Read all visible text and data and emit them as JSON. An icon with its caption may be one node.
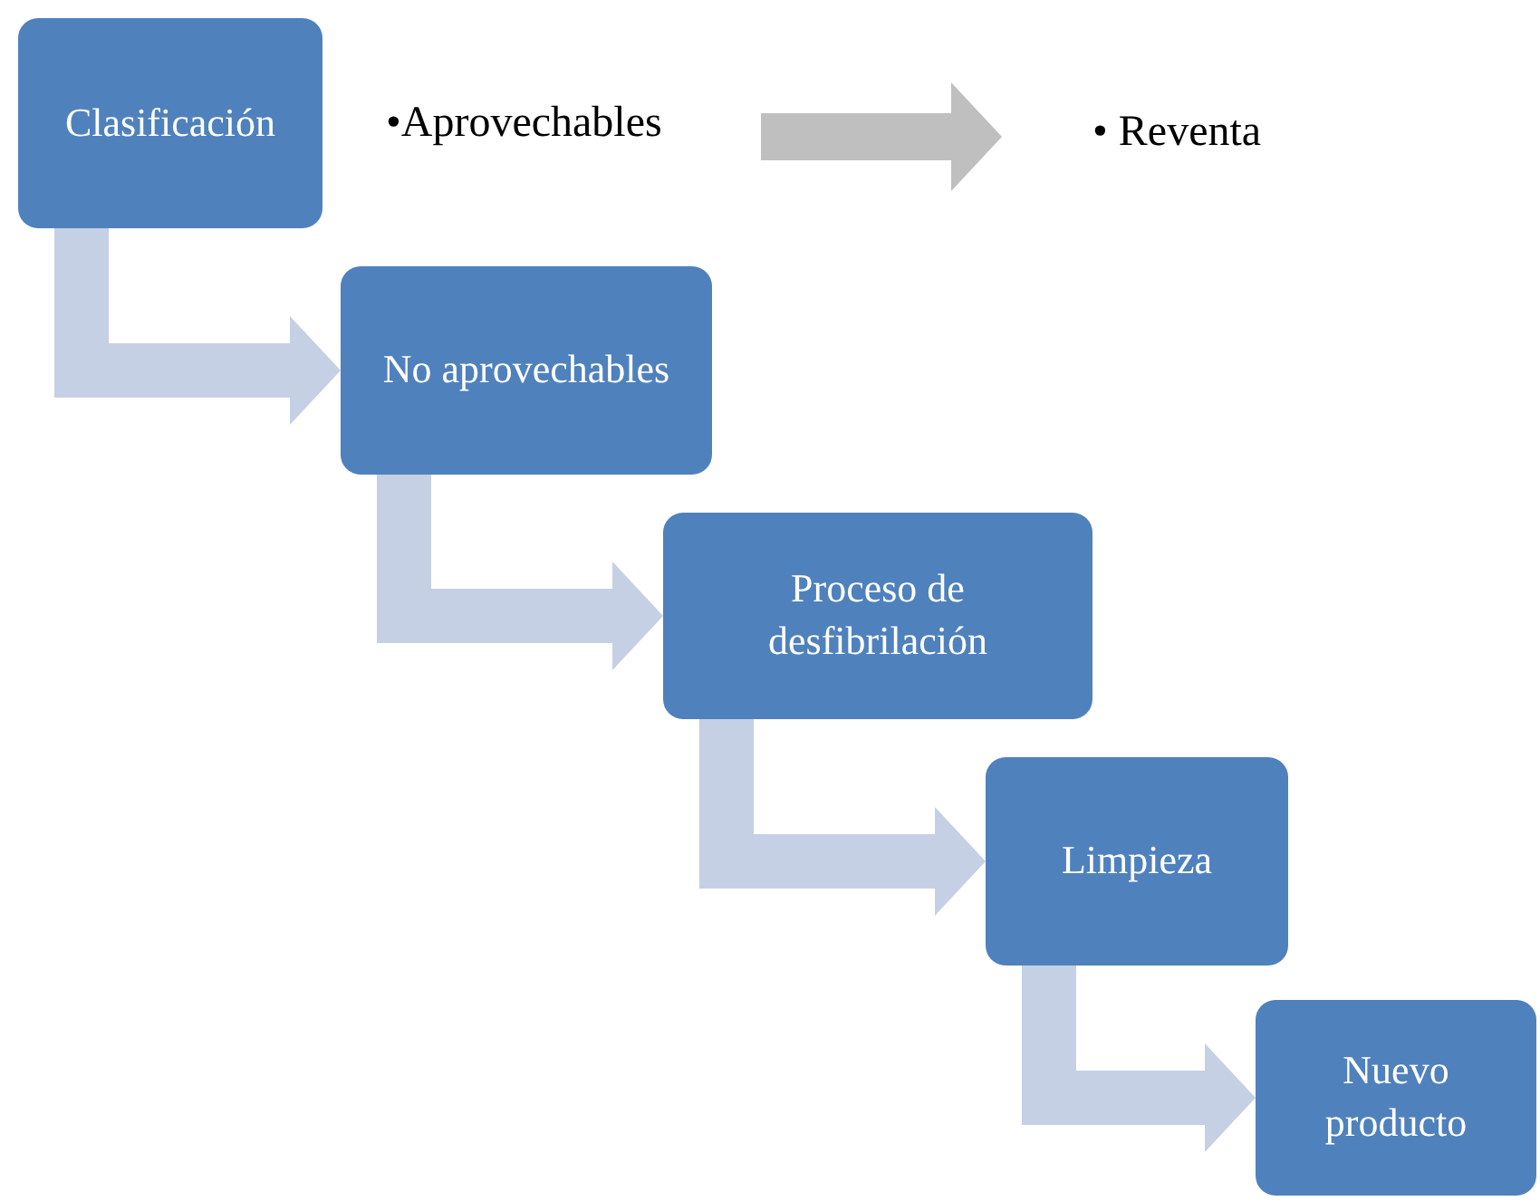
{
  "diagram": {
    "nodes": [
      {
        "text": [
          "Clasificación"
        ]
      },
      {
        "text": [
          "•Aprovechables"
        ]
      },
      {
        "text": [
          "• Reventa"
        ]
      },
      {
        "text": [
          "No aprovechables"
        ]
      },
      {
        "text": [
          "Proceso de desfibrilación"
        ]
      },
      {
        "text": [
          "Limpieza"
        ]
      },
      {
        "text": [
          "Nuevo producto"
        ]
      }
    ],
    "edges": [
      {
        "from": 1,
        "to": 2,
        "arrow": "to",
        "color": "#bfbfbf"
      },
      {
        "from": 0,
        "to": 3,
        "arrow": "to"
      },
      {
        "from": 3,
        "to": 4,
        "arrow": "to"
      },
      {
        "from": 4,
        "to": 5,
        "arrow": "to"
      },
      {
        "from": 5,
        "to": 6,
        "arrow": "to"
      }
    ]
  }
}
